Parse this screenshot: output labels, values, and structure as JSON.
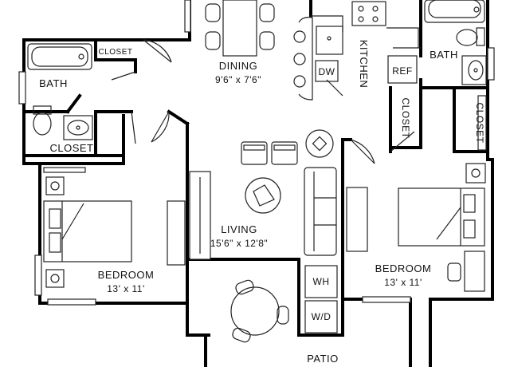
{
  "rooms": {
    "dining": {
      "name": "DINING",
      "dims": "9'6\" x 7'6\""
    },
    "kitchen": {
      "name": "KITCHEN"
    },
    "living": {
      "name": "LIVING",
      "dims": "15'6\" x 12'8\""
    },
    "bedroom_left": {
      "name": "BEDROOM",
      "dims": "13' x 11'"
    },
    "bedroom_right": {
      "name": "BEDROOM",
      "dims": "13' x 11'"
    },
    "bath_left": {
      "name": "BATH"
    },
    "bath_right": {
      "name": "BATH"
    },
    "patio": {
      "name": "PATIO"
    }
  },
  "closets": {
    "closet_small": "CLOSET",
    "closet_left": "CLOSET",
    "closet_right_a": "CLOSET",
    "closet_right_b": "CLOSET"
  },
  "fixtures": {
    "dishwasher": "DW",
    "refrigerator": "REF",
    "water_heater": "WH",
    "washer_dryer": "W/D"
  }
}
